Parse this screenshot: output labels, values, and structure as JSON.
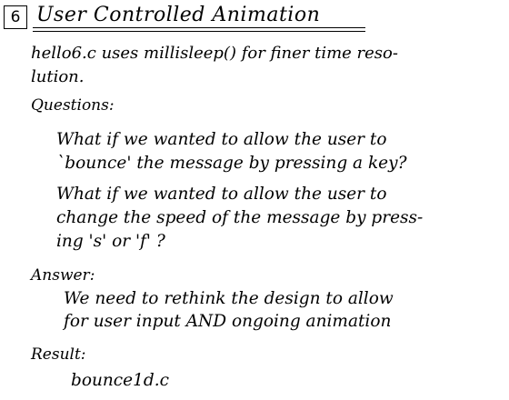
{
  "slide": {
    "number": "6",
    "title": "User Controlled Animation"
  },
  "intro": {
    "line1": "hello6.c uses millisleep() for finer time reso-",
    "line2": "lution."
  },
  "questions": {
    "heading": "Questions:",
    "q1_line1": "What if we wanted to allow the user to",
    "q1_line2": "`bounce' the message by pressing a key?",
    "q2_line1": "What if we wanted to allow the user to",
    "q2_line2": "change the speed of the message by press-",
    "q2_line3": "ing  's'  or  'f' ?"
  },
  "answer": {
    "heading": "Answer:",
    "line1": "We need to rethink the design to allow",
    "line2": "for user input AND ongoing animation"
  },
  "result": {
    "heading": "Result:",
    "file": "bounce1d.c"
  }
}
